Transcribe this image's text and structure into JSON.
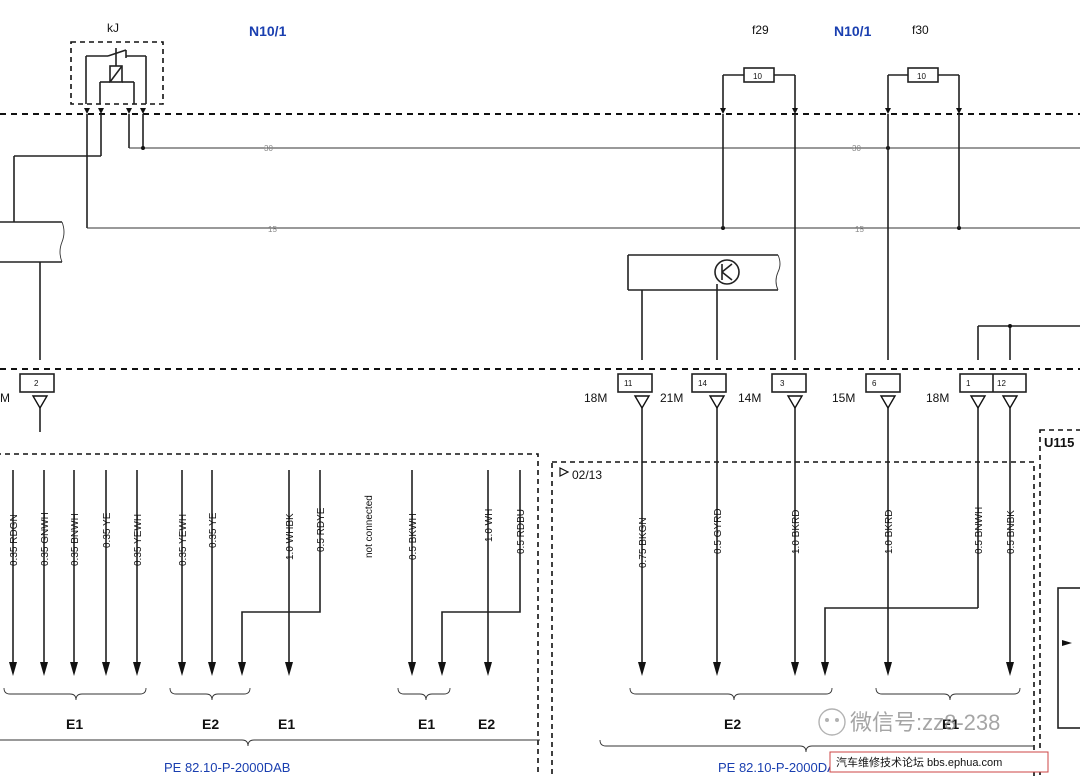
{
  "labels": {
    "relay": "kJ",
    "n101_left": "N10/1",
    "n101_right": "N10/1",
    "f29": "f29",
    "f30": "f30",
    "fuse_f29_value": "10",
    "fuse_f30_value": "10",
    "conn_0213": "02/13",
    "u115": "U115",
    "line30_left": "30",
    "line30_right": "30",
    "line15_left": "15",
    "line15_right": "15",
    "watermark": "微信号:zz8-238",
    "forum": "汽车维修技术论坛 bbs.ephua.com"
  },
  "connectors": [
    {
      "pin": "2",
      "code": "M"
    },
    {
      "pin": "11",
      "code": "18M"
    },
    {
      "pin": "14",
      "code": "21M"
    },
    {
      "pin": "3",
      "code": "14M"
    },
    {
      "pin": "6",
      "code": "15M"
    },
    {
      "pin": "1",
      "code": "18M"
    },
    {
      "pin": "12",
      "code": ""
    }
  ],
  "wires": [
    "0.35 RDGN",
    "0.35 GNWH",
    "0.35 BNWH",
    "0.35 YE",
    "0.35 YEWH",
    "0.35 YEWH",
    "0.35 YE",
    "1.0 WHBK",
    "0.5 RDYE",
    "not connected",
    "0.5 BKWH",
    "1.0 WH",
    "0.5 RDBU",
    "0.75 BKGN",
    "0.5 GYRD",
    "1.0 BKRD",
    "1.0 BKRD",
    "0.5 BNWH",
    "0.5 BNBK"
  ],
  "groups": [
    "E1",
    "E2",
    "E1",
    "E1",
    "E2",
    "E2",
    "E1"
  ],
  "pe_refs": [
    "PE 82.10-P-2000DAB",
    "PE 82.10-P-2000DAA"
  ]
}
